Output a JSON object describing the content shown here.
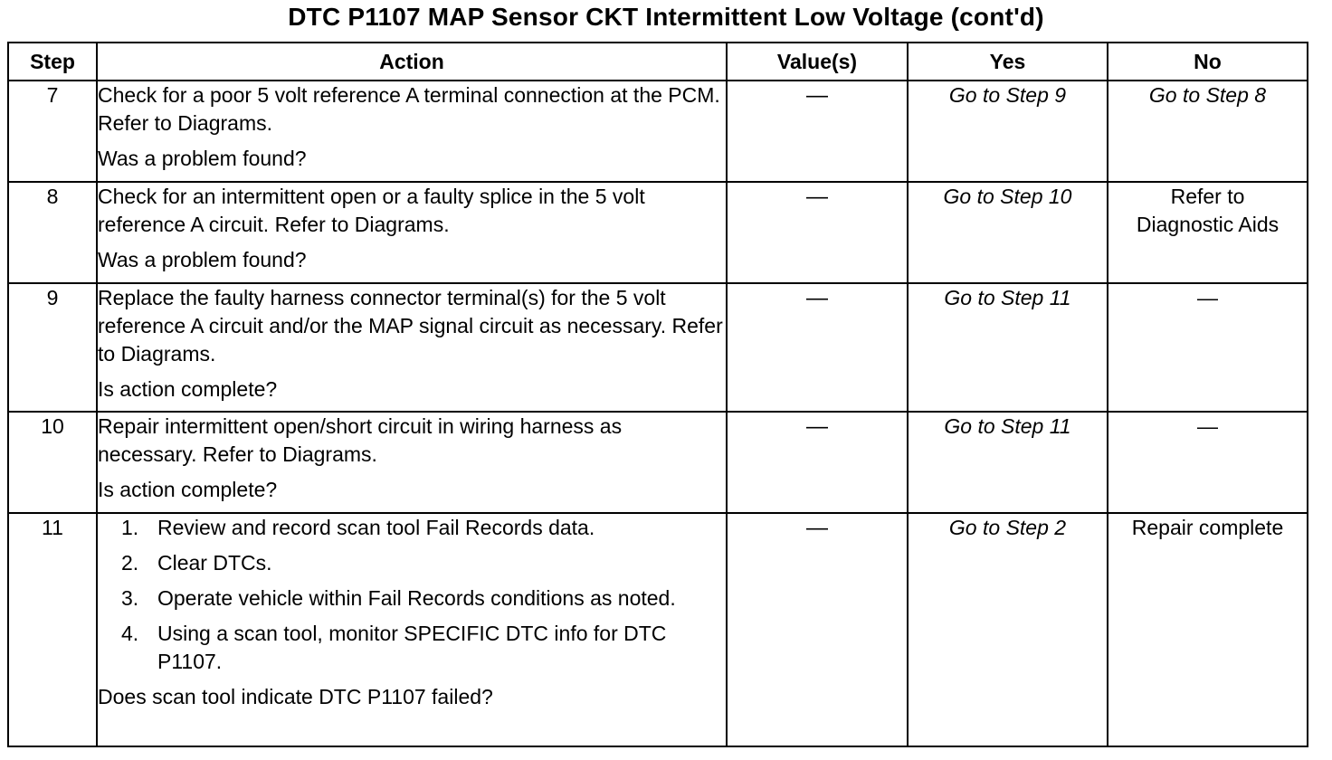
{
  "title": "DTC P1107 MAP Sensor CKT Intermittent Low Voltage (cont'd)",
  "headers": {
    "step": "Step",
    "action": "Action",
    "values": "Value(s)",
    "yes": "Yes",
    "no": "No"
  },
  "rows": [
    {
      "step": "7",
      "action": "Check for a poor 5 volt reference A terminal connection at the PCM. Refer to Diagrams.",
      "question": "Was a problem found?",
      "value": "—",
      "yes": "Go to Step 9",
      "no": "Go to Step 8"
    },
    {
      "step": "8",
      "action": "Check for an intermittent open or a faulty splice in the 5 volt reference A circuit. Refer to Diagrams.",
      "question": "Was a problem found?",
      "value": "—",
      "yes": "Go to Step 10",
      "no_line1": "Refer to",
      "no_line2": "Diagnostic Aids"
    },
    {
      "step": "9",
      "action": "Replace the faulty harness connector terminal(s) for the 5 volt reference A circuit and/or the MAP signal circuit as necessary. Refer to Diagrams.",
      "question": "Is action complete?",
      "value": "—",
      "yes": "Go to Step 11",
      "no": "—"
    },
    {
      "step": "10",
      "action": "Repair intermittent open/short circuit in wiring harness as necessary. Refer to Diagrams.",
      "question": "Is action complete?",
      "value": "—",
      "yes": "Go to Step 11",
      "no": "—"
    },
    {
      "step": "11",
      "substeps": [
        {
          "num": "1.",
          "text": "Review and record scan tool Fail Records data."
        },
        {
          "num": "2.",
          "text": "Clear DTCs."
        },
        {
          "num": "3.",
          "text": "Operate vehicle within Fail Records conditions as noted."
        },
        {
          "num": "4.",
          "text": "Using a scan tool, monitor SPECIFIC DTC info for DTC P1107."
        }
      ],
      "question": "Does scan tool indicate DTC P1107 failed?",
      "value": "—",
      "yes": "Go to Step 2",
      "no": "Repair complete"
    }
  ]
}
